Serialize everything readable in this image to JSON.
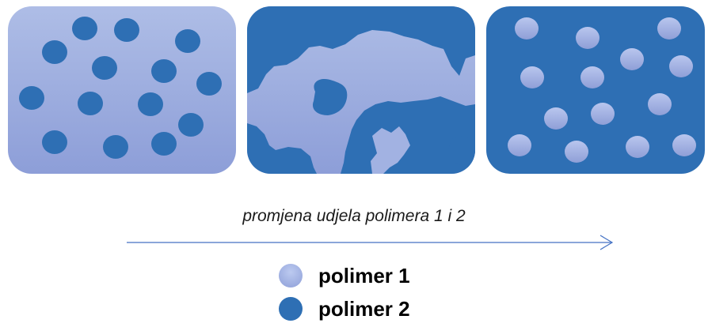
{
  "diagram": {
    "panels": [
      {
        "id": "panel-1",
        "description": "polimer 2 dispersed in polimer 1"
      },
      {
        "id": "panel-2",
        "description": "co-continuous phases"
      },
      {
        "id": "panel-3",
        "description": "polimer 1 dispersed in polimer 2"
      }
    ],
    "caption": "promjena udjela polimera 1 i 2",
    "legend": [
      {
        "label": "polimer 1",
        "color": "#a4b4e4"
      },
      {
        "label": "polimer 2",
        "color": "#2e6fb4"
      }
    ]
  },
  "colors": {
    "polimer1_light": "#aebde6",
    "polimer1_dark": "#8e9fd8",
    "polimer2": "#2e6fb4",
    "arrow": "#4472c4"
  }
}
